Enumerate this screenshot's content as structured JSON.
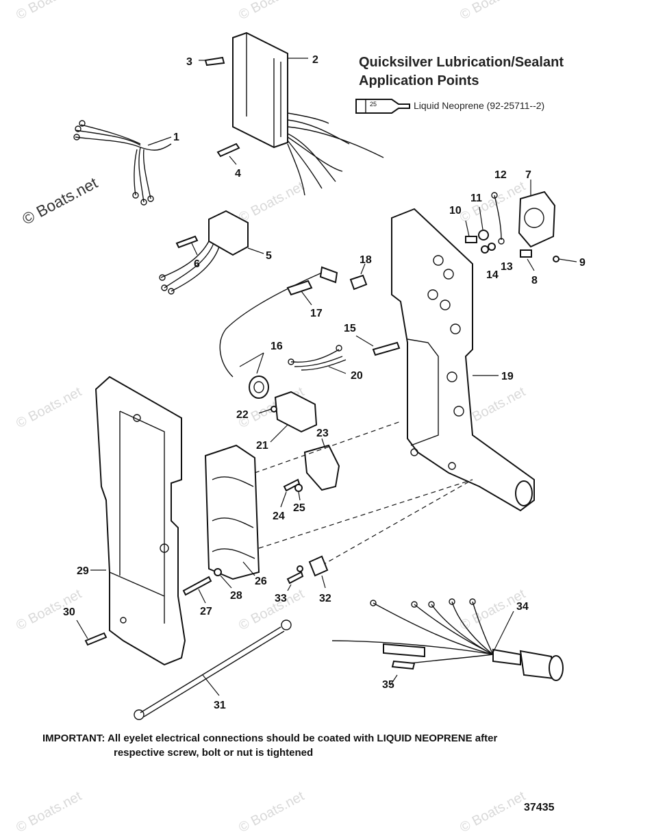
{
  "heading": {
    "line1": "Quicksilver Lubrication/Sealant",
    "line2": "Application Points"
  },
  "sealant": {
    "tube_number": "25",
    "label": "Liquid Neoprene (92-25711--2)"
  },
  "note": {
    "line1": "IMPORTANT: All eyelet electrical connections should be coated with LIQUID NEOPRENE after",
    "line2": "respective screw, bolt or nut is tightened"
  },
  "figure_number": "37435",
  "watermark": {
    "text": "© Boats.net"
  },
  "callouts": [
    "1",
    "2",
    "3",
    "4",
    "5",
    "6",
    "7",
    "8",
    "9",
    "10",
    "11",
    "12",
    "13",
    "14",
    "15",
    "16",
    "17",
    "18",
    "19",
    "20",
    "21",
    "22",
    "23",
    "24",
    "25",
    "26",
    "27",
    "28",
    "29",
    "30",
    "31",
    "32",
    "33",
    "34",
    "35"
  ]
}
